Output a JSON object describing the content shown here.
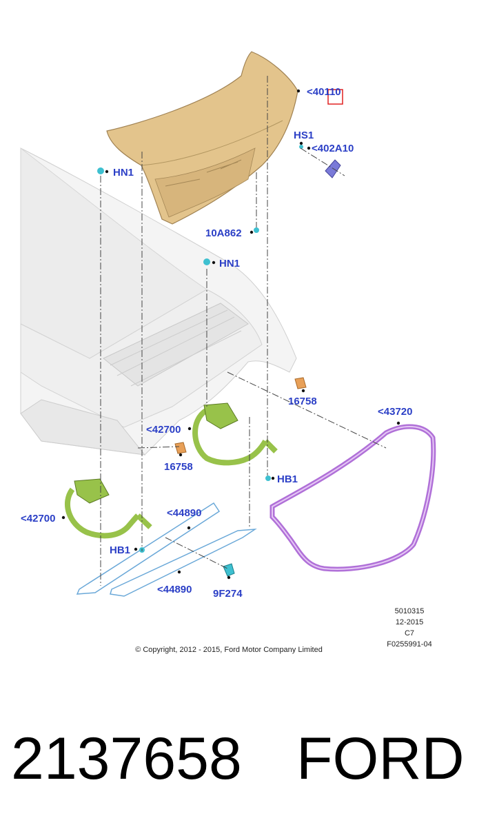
{
  "callouts": {
    "deck_lid": "<40110",
    "hs1": "HS1",
    "latch": "<402A10",
    "hn1_left": "HN1",
    "hn1_center": "HN1",
    "bumper": "10A862",
    "clip_right": "16758",
    "clip_left": "16758",
    "hinge_upper": "<42700",
    "hinge_lower": "<42700",
    "weatherstrip": "<43720",
    "hb1_right": "HB1",
    "hb1_left": "HB1",
    "torsion_bar_upper": "<44890",
    "torsion_bar_lower": "<44890",
    "bracket": "9F274"
  },
  "meta": {
    "line1": "5010315",
    "line2": "12-2015",
    "line3": "C7",
    "line4": "F0255991-04"
  },
  "copyright": "© Copyright, 2012 - 2015, Ford Motor Company Limited",
  "footer": {
    "part_number": "2137658",
    "brand": "FORD"
  },
  "colors": {
    "callout_text": "#2b3fc6",
    "deck_lid": "#e3c48c",
    "hinge": "#98c24a",
    "weatherstrip": "#b070d8",
    "fastener": "#3ec0d0",
    "clip": "#e8a058",
    "latch": "#7a7ad8",
    "highlight_box": "#e02020"
  }
}
